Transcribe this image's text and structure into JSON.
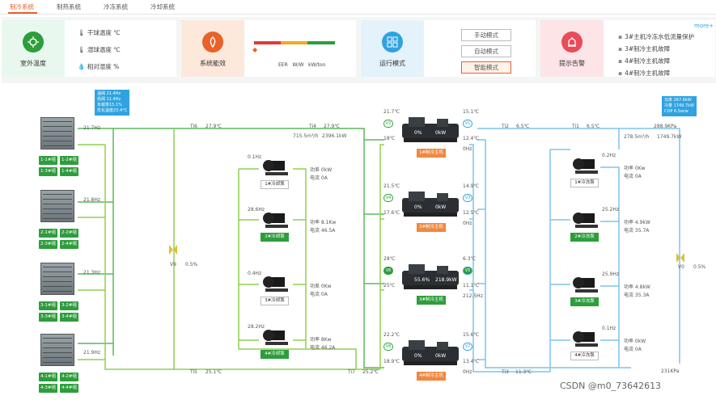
{
  "tabs": [
    "制冷系统",
    "制热系统",
    "冷冻系统",
    "冷却系统"
  ],
  "cards": {
    "outdoor": {
      "label": "室外温度",
      "rows": [
        {
          "label": "干球温度",
          "unit": "℃"
        },
        {
          "label": "湿球温度",
          "unit": "℃"
        },
        {
          "label": "相对湿度",
          "unit": "%"
        }
      ]
    },
    "energy": {
      "label": "系统能效",
      "eer": "EER",
      "unit1": "W/W",
      "unit2": "kW/ton"
    },
    "mode": {
      "label": "运行模式",
      "options": [
        "手动模式",
        "自动模式",
        "智能模式"
      ],
      "selected": "智能模式"
    },
    "alarm": {
      "label": "提示告警",
      "more": "more+",
      "items": [
        "3#主机冷冻水低流量保护",
        "3#制冷主机故障",
        "4#制冷主机故障",
        "4#制冷主机故障"
      ]
    }
  },
  "colors": {
    "accent": "#e8622a",
    "green": "#2e9d3c",
    "blue": "#2fa3e0",
    "pipe_green": "#5cb85c",
    "pipe_lgreen": "#8fd14f",
    "pipe_blue": "#7ec4ea"
  },
  "towers": [
    {
      "hz": "21.7Hz",
      "fans": [
        "1-1#组",
        "1-2#组",
        "1-3#组",
        "1-4#组"
      ]
    },
    {
      "hz": "21.8Hz",
      "fans": [
        "2-1#组",
        "2-2#组",
        "2-3#组",
        "2-4#组"
      ]
    },
    {
      "hz": "21.3Hz",
      "fans": [
        "3-1#组",
        "3-2#组",
        "3-3#组",
        "3-4#组"
      ]
    },
    {
      "hz": "21.9Hz",
      "fans": [
        "4-1#组",
        "4-2#组",
        "4-3#组",
        "4-4#组"
      ]
    }
  ],
  "tower_info": [
    "温阀  21.4Hz",
    "低阀  11.4Hz",
    "负载率15.1%",
    "优化温度23.4°C"
  ],
  "right_info": [
    "功率  267.6kW",
    "冷量  1749.7kW",
    "COP   6.5w/w"
  ],
  "sensors": {
    "ti6": "Ti6",
    "ti6_v": "27.9℃",
    "ti4": "Ti4",
    "ti4_v": "27.9℃",
    "flow1": "715.5m³/h",
    "power1": "2396.1kW",
    "ti5": "Ti5",
    "ti5_v": "25.1℃",
    "ti7": "Ti7",
    "ti7_v": "25.2℃",
    "ti2": "Ti2",
    "ti2_v": "6.5℃",
    "ti1": "Ti1",
    "ti1_v": "6.5℃",
    "flow2": "278.5m³/h",
    "pres1": "288.9KPa",
    "cap2": "1749.7kW",
    "ti3": "Ti3",
    "ti3_v": "11.3℃",
    "pres2": "231KPa",
    "v9": "V9",
    "v9_pct": "0.5%",
    "v0": "V0",
    "v0_pct": "0.5%"
  },
  "cooling_pumps": [
    {
      "hz": "0.1Hz",
      "power": "功差  0kW",
      "current": "电流  0A",
      "name": "1#冷却泵",
      "on": false
    },
    {
      "hz": "28.6Hz",
      "power": "功率  8.1Kw",
      "current": "电流  46.5A",
      "name": "2#冷却泵",
      "on": true
    },
    {
      "hz": "0.4Hz",
      "power": "功差  0Kw",
      "current": "电流  0A",
      "name": "3#冷却泵",
      "on": false
    },
    {
      "hz": "28.2Hz",
      "power": "功率  8Kw",
      "current": "电流  46.2A",
      "name": "4#冷却泵",
      "on": true
    }
  ],
  "chillers": [
    {
      "name": "1#制冷主机",
      "in_t": "21.7℃",
      "out_t": "18℃",
      "cw_in": "15.1℃",
      "cw_out": "12.4℃",
      "hz": "0Hz",
      "pct": "0%",
      "kw": "0kW",
      "vin": "V2",
      "vout": "V1",
      "on": false
    },
    {
      "name": "2#制冷主机",
      "in_t": "21.5℃",
      "out_t": "17.6℃",
      "cw_in": "14.9℃",
      "cw_out": "12.5℃",
      "hz": "0Hz",
      "pct": "0%",
      "kw": "0kW",
      "vin": "V4",
      "vout": "V3",
      "on": false
    },
    {
      "name": "3#制冷主机",
      "in_t": "28℃",
      "out_t": "25℃",
      "cw_in": "6.3℃",
      "cw_out": "11.1℃",
      "hz": "212.5Hz",
      "pct": "55.6%",
      "kw": "218.9kW",
      "vin": "V6",
      "vout": "V5",
      "on": true
    },
    {
      "name": "4#制冷主机",
      "in_t": "22.2℃",
      "out_t": "18.9℃",
      "cw_in": "15.6℃",
      "cw_out": "13.4℃",
      "hz": "0Hz",
      "pct": "0%",
      "kw": "0kW",
      "vin": "V8",
      "vout": "V7",
      "on": false
    }
  ],
  "chilled_pumps": [
    {
      "hz": "0.2Hz",
      "power": "功率  0Kw",
      "current": "电流  0A",
      "name": "1#冷冻泵",
      "on": false
    },
    {
      "hz": "25.2Hz",
      "power": "功率  4.9kW",
      "current": "电流  35.7A",
      "name": "2#冷冻泵",
      "on": true
    },
    {
      "hz": "25.9Hz",
      "power": "功率  4.8kW",
      "current": "电流  35.3A",
      "name": "3#冷冻泵",
      "on": true
    },
    {
      "hz": "0.1Hz",
      "power": "功率  0kW",
      "current": "电流  0A",
      "name": "4#冷冻泵",
      "on": false
    }
  ],
  "watermark": "CSDN @m0_73642613"
}
